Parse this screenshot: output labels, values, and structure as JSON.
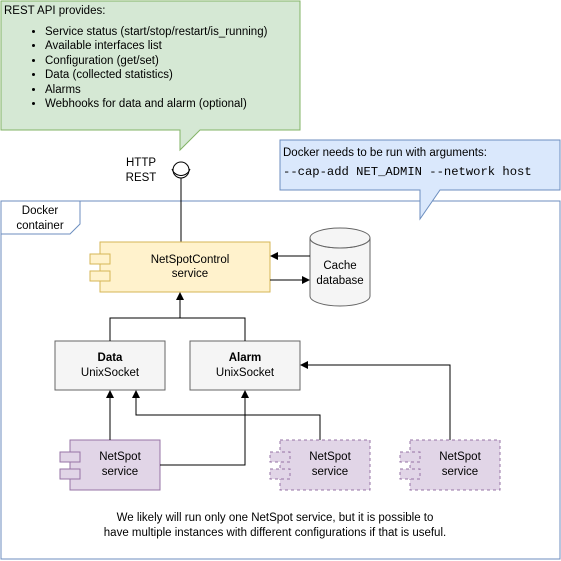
{
  "rest_note": {
    "title": "REST API provides:",
    "items": [
      "Service status (start/stop/restart/is_running)",
      "Available interfaces list",
      "Configuration (get/set)",
      "Data (collected statistics)",
      "Alarms",
      "Webhooks for data and alarm (optional)"
    ]
  },
  "interface_label": {
    "line1": "HTTP",
    "line2": "REST"
  },
  "docker_note": {
    "text": "Docker needs to be run with arguments:",
    "command": "--cap-add NET_ADMIN --network host"
  },
  "container_label": {
    "line1": "Docker",
    "line2": "container"
  },
  "control_service": {
    "line1": "NetSpotControl",
    "line2": "service"
  },
  "cache": {
    "line1": "Cache",
    "line2": "database"
  },
  "data_socket": {
    "line1": "Data",
    "line2": "UnixSocket"
  },
  "alarm_socket": {
    "line1": "Alarm",
    "line2": "UnixSocket"
  },
  "netspot_1": {
    "line1": "NetSpot",
    "line2": "service"
  },
  "netspot_2": {
    "line1": "NetSpot",
    "line2": "service"
  },
  "netspot_3": {
    "line1": "NetSpot",
    "line2": "service"
  },
  "footer_note": {
    "line1": "We likely will run only one NetSpot service, but it is possible to",
    "line2": "have multiple instances with different configurations if that is useful."
  },
  "colors": {
    "green_fill": "#d5e8d4",
    "green_stroke": "#82b366",
    "blue_fill": "#dae8fc",
    "blue_stroke": "#6c8ebf",
    "yellow_fill": "#fff2cc",
    "yellow_stroke": "#d6b656",
    "grey_fill": "#f5f5f5",
    "grey_stroke": "#666666",
    "purple_fill": "#e1d5e7",
    "purple_stroke": "#9673a6"
  }
}
